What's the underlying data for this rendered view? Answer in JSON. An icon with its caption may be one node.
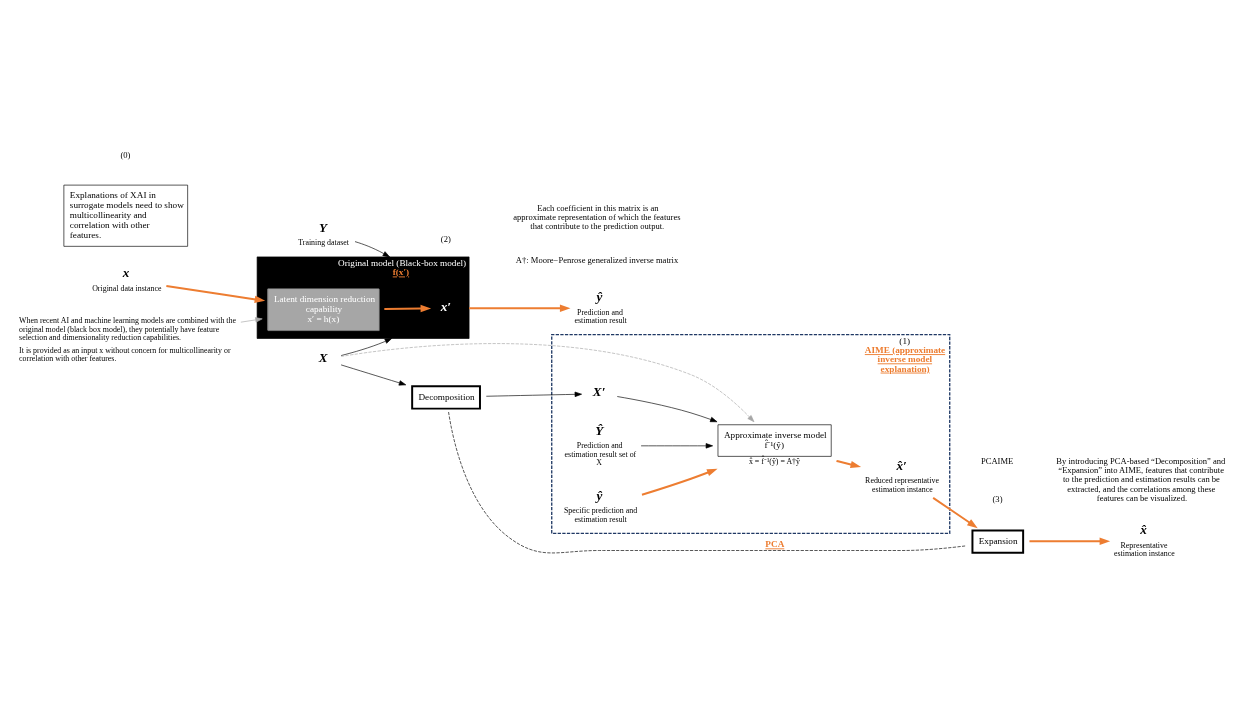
{
  "diagram": {
    "nodes": [
      {
        "text": [
          "Original model (Black-box model)",
          "f(x′)"
        ]
      },
      {
        "text": [
          "Latent dimension reduction capability",
          "x′ = h(x)"
        ],
        "in": 0
      },
      {
        "text": [
          "x"
        ],
        "beside": [
          "Original data instance"
        ]
      },
      {
        "text": [
          "x′"
        ],
        "in": 0
      },
      {
        "text": [
          "ŷ"
        ],
        "beside": [
          "Prediction and estimation result"
        ]
      },
      {
        "text": [
          "X"
        ]
      },
      {
        "text": [
          "Y"
        ],
        "beside": [
          "Training dataset"
        ]
      },
      {
        "text": [
          "Decomposition"
        ]
      },
      {
        "text": [
          "(1)",
          "AIME (approximate inverse model explanation)"
        ]
      },
      {
        "text": [
          "X′"
        ],
        "in": 8
      },
      {
        "text": [
          "Ŷ"
        ],
        "beside": [
          "Prediction and estimation result set of X"
        ],
        "in": 8
      },
      {
        "text": [
          "Approximate inverse model",
          "f̂⁻¹(ŷ)"
        ],
        "beside": [
          "x̂ = f̂⁻¹(ŷ) = A†ŷ"
        ],
        "in": 8
      },
      {
        "text": [
          "ŷ"
        ],
        "beside": [
          "Specific prediction and estimation result"
        ],
        "in": 8
      },
      {
        "text": [
          "x̂′"
        ],
        "beside": [
          "Reduced representative estimation instance"
        ],
        "in": 8
      },
      {
        "text": [
          "Expansion"
        ]
      },
      {
        "text": [
          "x̂"
        ],
        "beside": [
          "Representative estimation instance"
        ]
      },
      {
        "text": [
          "Explanations of XAI in surrogate models need to show multicollinearity and correlation with other features."
        ]
      },
      {
        "text": [
          "When recent AI and machine learning models are combined with the original model (black box model), they potentially have feature selection and dimensionality reduction capabilities.",
          "It is provided as an input x without concern for multicollinearity or correlation with other features."
        ]
      }
    ],
    "edges": [
      {
        "from": 2,
        "to": 1,
        "arrow": "to"
      },
      {
        "from": 1,
        "to": 3,
        "arrow": "to"
      },
      {
        "from": 0,
        "to": 4,
        "arrow": "to"
      },
      {
        "from": 5,
        "to": 0,
        "arrow": "to",
        "color": "#000000"
      },
      {
        "from": 6,
        "to": 0,
        "arrow": "to",
        "color": "#000000"
      },
      {
        "from": 5,
        "to": 7,
        "arrow": "to",
        "color": "#000000"
      },
      {
        "from": 7,
        "to": 9,
        "arrow": "to",
        "color": "#000000"
      },
      {
        "from": 9,
        "to": 11,
        "arrow": "to",
        "color": "#000000"
      },
      {
        "from": 10,
        "to": 11,
        "arrow": "to",
        "color": "#000000"
      },
      {
        "from": 5,
        "to": 11,
        "arrow": "to",
        "style": "dashed",
        "color": "#a6a6a6"
      },
      {
        "from": 12,
        "to": 11,
        "arrow": "to"
      },
      {
        "from": 11,
        "to": 13,
        "arrow": "to"
      },
      {
        "from": 13,
        "to": 14,
        "arrow": "to"
      },
      {
        "from": 14,
        "to": 15,
        "arrow": "to"
      },
      {
        "from": 7,
        "to": 14,
        "arrow": "none",
        "style": "dashed",
        "color": "#000000",
        "label": "PCA"
      },
      {
        "from": 17,
        "to": 1,
        "arrow": "to",
        "color": "#a6a6a6"
      }
    ],
    "labels": [
      "(0)",
      "(2)",
      "A†: Moore−Penrose generalized inverse matrix",
      "Each coefficient in this matrix is an approximate representation of which the features that contribute to the prediction output.",
      "By introducing PCA-based “Decomposition” and “Expansion” into AIME, features that contribute to the prediction and estimation results can be extracted, and the correlations among these features can be visualized.",
      "(3)",
      "PCAIME"
    ]
  }
}
